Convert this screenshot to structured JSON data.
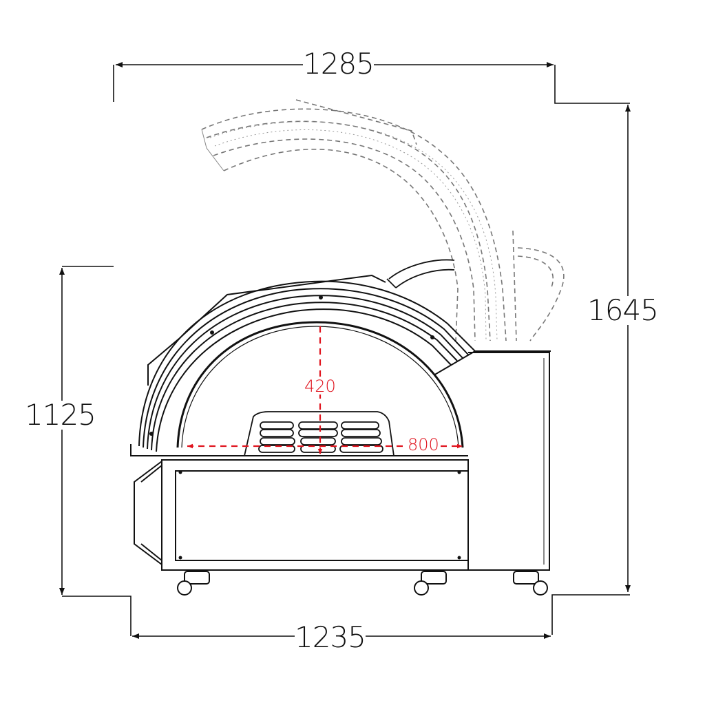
{
  "diagram": {
    "type": "technical-dimension-drawing",
    "subject": "side view of mobile machine with arched hood shown closed (solid) and open (dashed)",
    "units": "mm",
    "colors": {
      "line": "#111111",
      "ghost_line": "#777777",
      "interior_dimension": "#e0141e",
      "background": "#ffffff"
    }
  },
  "dimensions": {
    "overall_width_top": {
      "label": "1285",
      "orientation": "horizontal"
    },
    "overall_height_open": {
      "label": "1645",
      "orientation": "vertical"
    },
    "overall_height_closed": {
      "label": "1125",
      "orientation": "vertical"
    },
    "base_width": {
      "label": "1235",
      "orientation": "horizontal"
    },
    "interior_height": {
      "label": "420",
      "orientation": "vertical",
      "color": "red"
    },
    "interior_width": {
      "label": "800",
      "orientation": "horizontal",
      "color": "red"
    }
  }
}
